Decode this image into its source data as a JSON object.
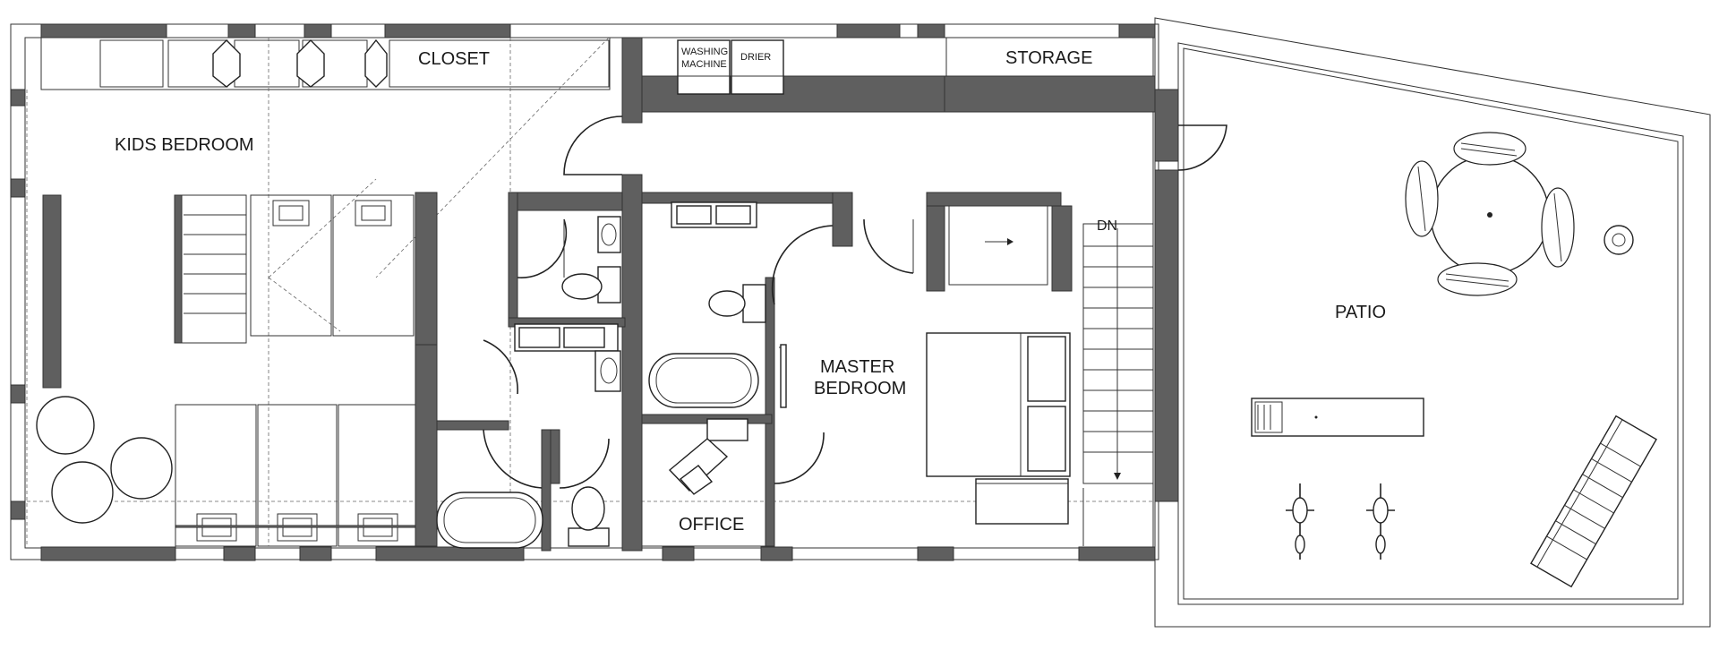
{
  "plan": {
    "rooms": {
      "kids_bedroom": "KIDS BEDROOM",
      "closet": "CLOSET",
      "storage": "STORAGE",
      "master_bedroom_line1": "MASTER",
      "master_bedroom_line2": "BEDROOM",
      "office": "OFFICE",
      "patio": "PATIO"
    },
    "appliances": {
      "washing_line1": "WASHING",
      "washing_line2": "MACHINE",
      "drier": "DRIER"
    },
    "stairs_label": "DN",
    "colors": {
      "wall": "#5f5f5f",
      "line": "#222222",
      "background": "#ffffff"
    }
  }
}
